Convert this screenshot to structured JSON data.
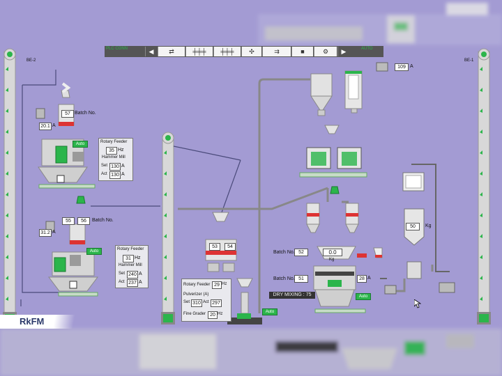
{
  "toolbar": {
    "left_status": "PLC CONN",
    "right_status": "AUTO",
    "buttons": [
      {
        "name": "prev-arrow-button",
        "label": "◀"
      },
      {
        "name": "flow-view-button",
        "label": "⇄"
      },
      {
        "name": "sliders-button",
        "label": "╪╪╪"
      },
      {
        "name": "sliders-2-button",
        "label": "╪╪╪"
      },
      {
        "name": "fan-button",
        "label": "✣"
      },
      {
        "name": "transfer-button",
        "label": "⇉"
      },
      {
        "name": "stop-button",
        "label": "■"
      },
      {
        "name": "gear-button",
        "label": "⚙"
      },
      {
        "name": "next-arrow-button",
        "label": "▶"
      }
    ]
  },
  "elevators": {
    "left_tag": "BE-2",
    "right_tag": "BE-1"
  },
  "line1": {
    "batch_value": "57",
    "batch_label": "Batch No.",
    "current": "20.1",
    "current_unit": "A",
    "auto": "Auto",
    "feeder_title": "Rotary Feeder",
    "feeder_hz": "35",
    "hz_unit": "Hz",
    "mill_title": "Hammer Mill",
    "set_label": "Set",
    "set_value": "130",
    "act_label": "Act",
    "act_value": "130",
    "unit_a": "A"
  },
  "line2": {
    "batch_a": "55",
    "batch_b": "56",
    "batch_label": "Batch No.",
    "current": "31.2",
    "current_unit": "A",
    "auto": "Auto",
    "feeder_title": "Rotary Feeder",
    "feeder_hz": "31",
    "hz_unit": "Hz",
    "mill_title": "Hammer Mill",
    "set_label": "Set",
    "set_value": "240",
    "act_label": "Act",
    "act_value": "237",
    "unit_a": "A"
  },
  "pulverizer": {
    "batch_a": "53",
    "batch_b": "54",
    "feeder_label": "Rotary Feeder",
    "feeder_hz": "29",
    "hz_unit": "Hz",
    "title": "Pulverizer (A)",
    "set_label": "Set",
    "set_value": "310",
    "act_label": "Act",
    "act_value": "297",
    "grader_label": "Fine Grader",
    "grader_hz": "20",
    "auto": "Auto"
  },
  "cyclone": {
    "current": "109",
    "unit": "A"
  },
  "mixer": {
    "batch1_label": "Batch No.",
    "batch1": "52",
    "weight": "0.0",
    "weight_unit": "Kg",
    "batch2_label": "Batch No.",
    "batch2": "51",
    "current": "28",
    "current_unit": "A",
    "status": "DRY MIXING : 75",
    "auto": "Auto"
  },
  "tank": {
    "weight": "50",
    "unit": "Kg"
  },
  "logo": "RkFM"
}
